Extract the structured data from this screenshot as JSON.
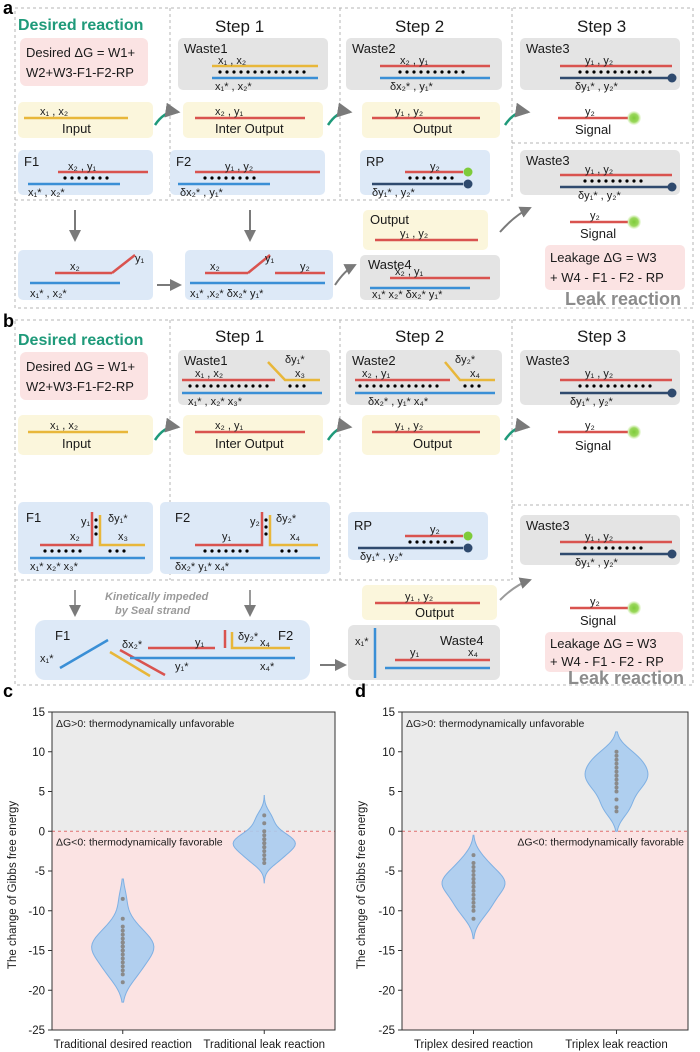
{
  "panels": [
    "a",
    "b",
    "c",
    "d"
  ],
  "a": {
    "desired_title": "Desired reaction",
    "desired_dg_line1": "Desired ΔG = W1+",
    "desired_dg_line2": "W2+W3-F1-F2-RP",
    "steps": [
      "Step 1",
      "Step 2",
      "Step 3"
    ],
    "waste1": "Waste1",
    "waste2": "Waste2",
    "waste3": "Waste3",
    "waste3b": "Waste3",
    "waste4": "Waste4",
    "input": "Input",
    "inter_output": "Inter Output",
    "output": "Output",
    "output2": "Output",
    "signal": "Signal",
    "signal2": "Signal",
    "f1": "F1",
    "f2": "F2",
    "rp": "RP",
    "leak_dg_line1": "Leakage ΔG = W3",
    "leak_dg_line2": "+ W4 - F1 - F2 - RP",
    "leak_title": "Leak reaction"
  },
  "b": {
    "desired_title": "Desired reaction",
    "desired_dg_line1": "Desired ΔG = W1+",
    "desired_dg_line2": "W2+W3-F1-F2-RP",
    "steps": [
      "Step 1",
      "Step 2",
      "Step 3"
    ],
    "waste1": "Waste1",
    "waste2": "Waste2",
    "waste3": "Waste3",
    "waste3b": "Waste3",
    "waste4": "Waste4",
    "input": "Input",
    "inter_output": "Inter  Output",
    "output": "Output",
    "output2": "Output",
    "signal": "Signal",
    "signal2": "Signal",
    "f1": "F1",
    "f2": "F2",
    "rp": "RP",
    "f1b": "F1",
    "f2b": "F2",
    "kinetic_line1": "Kinetically impeded",
    "kinetic_line2": "by Seal strand",
    "leak_dg_line1": "Leakage ΔG = W3",
    "leak_dg_line2": "+ W4 - F1 - F2 - RP",
    "leak_title": "Leak reaction"
  },
  "colors": {
    "red": "#d9534f",
    "blue": "#3a8fd6",
    "yellow": "#e8b73a",
    "navy": "#2f4a6e",
    "green": "#1f9a7a",
    "signal": "#7ecb3a"
  },
  "chart_data": [
    {
      "type": "violin",
      "ylabel": "The change of Gibbs free energy",
      "ylim": [
        -25,
        15
      ],
      "yticks": [
        15,
        10,
        5,
        0,
        -5,
        -10,
        -15,
        -20,
        -25
      ],
      "categories": [
        "Traditional desired reaction",
        "Traditional leak reaction"
      ],
      "annotations": {
        "unfavorable": "ΔG>0: thermodynamically unfavorable",
        "favorable": "ΔG<0: thermodynamically favorable"
      },
      "series": [
        {
          "values": [
            -8.5,
            -11,
            -12,
            -12.5,
            -13,
            -13.5,
            -14,
            -14,
            -14.5,
            -14.5,
            -15,
            -15,
            -15.5,
            -16,
            -16.5,
            -17,
            -17.5,
            -18,
            -19
          ]
        },
        {
          "values": [
            2,
            1,
            0,
            -0.5,
            -1,
            -1,
            -1.5,
            -1.5,
            -2,
            -2,
            -2.5,
            -3,
            -3.5,
            -4
          ]
        }
      ]
    },
    {
      "type": "violin",
      "ylabel": "The change of Gibbs free energy",
      "ylim": [
        -25,
        15
      ],
      "yticks": [
        15,
        10,
        5,
        0,
        -5,
        -10,
        -15,
        -20,
        -25
      ],
      "categories": [
        "Triplex desired reaction",
        "Triplex leak reaction"
      ],
      "annotations": {
        "unfavorable": "ΔG>0: thermodynamically unfavorable",
        "favorable": "ΔG<0: thermodynamically favorable"
      },
      "series": [
        {
          "values": [
            -3,
            -4,
            -4.5,
            -5,
            -5.5,
            -6,
            -6,
            -6.5,
            -6.5,
            -7,
            -7,
            -7.5,
            -8,
            -8.5,
            -9,
            -9.5,
            -10,
            -11
          ]
        },
        {
          "values": [
            10,
            9.5,
            9,
            8.5,
            8,
            7.5,
            7,
            7,
            6.5,
            6,
            5.5,
            5,
            4,
            3,
            2.5
          ]
        }
      ]
    }
  ]
}
